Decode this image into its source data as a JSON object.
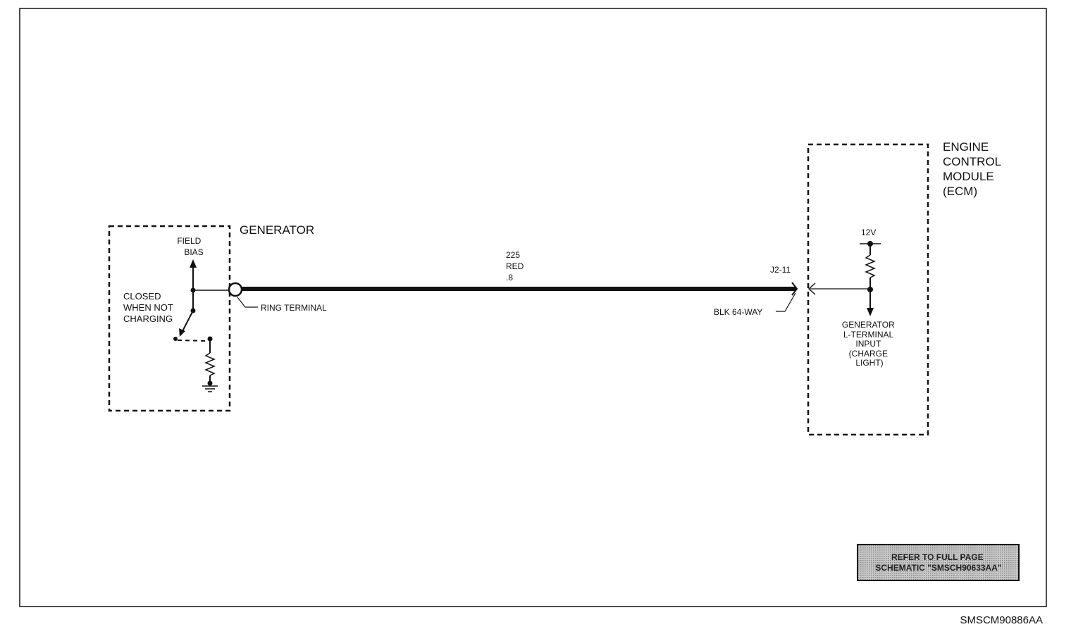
{
  "generator": {
    "title": "GENERATOR",
    "field_bias": [
      "FIELD",
      "BIAS"
    ],
    "switch_note": [
      "CLOSED",
      "WHEN NOT",
      "CHARGING"
    ],
    "ring_terminal": "RING TERMINAL"
  },
  "wire": {
    "circuit": "225",
    "color": "RED",
    "gauge": ".8"
  },
  "connector": {
    "pin": "J2-11",
    "name": "BLK 64-WAY"
  },
  "ecm": {
    "title": [
      "ENGINE",
      "CONTROL",
      "MODULE",
      "(ECM)"
    ],
    "supply": "12V",
    "input_label": [
      "GENERATOR",
      "L-TERMINAL",
      "INPUT",
      "(CHARGE",
      "LIGHT)"
    ]
  },
  "reference_box": [
    "REFER TO FULL PAGE",
    "SCHEMATIC \"SMSCH90633AA\""
  ],
  "figure_id": "SMSCM90886AA"
}
